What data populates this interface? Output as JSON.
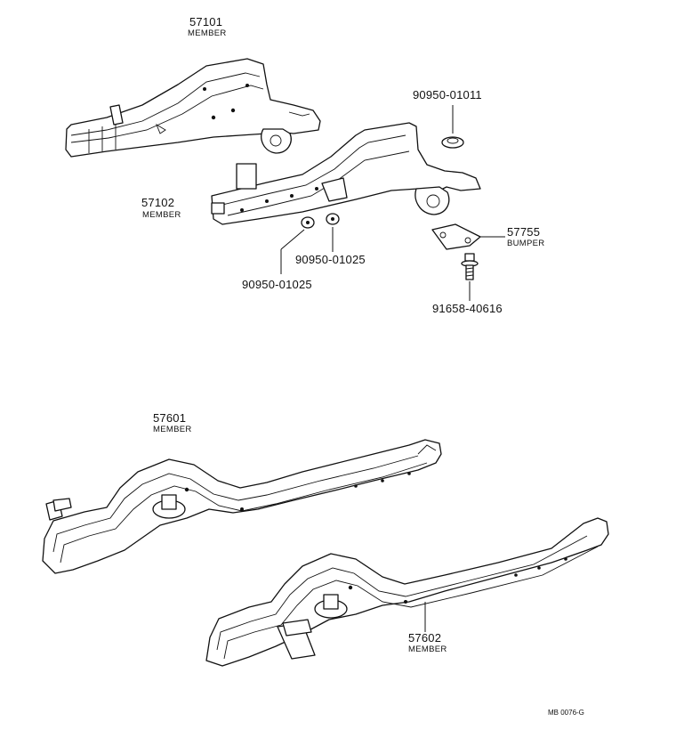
{
  "labels": {
    "m57101": {
      "number": "57101",
      "name": "MEMBER"
    },
    "m57102": {
      "number": "57102",
      "name": "MEMBER"
    },
    "f9095001011": {
      "number": "90950-01011"
    },
    "f9095001025a": {
      "number": "90950-01025"
    },
    "f9095001025b": {
      "number": "90950-01025"
    },
    "b57755": {
      "number": "57755",
      "name": "BUMPER"
    },
    "f9165840616": {
      "number": "91658-40616"
    },
    "m57601": {
      "number": "57601",
      "name": "MEMBER"
    },
    "m57602": {
      "number": "57602",
      "name": "MEMBER"
    }
  },
  "footer": {
    "code": "MB 0076-G"
  }
}
